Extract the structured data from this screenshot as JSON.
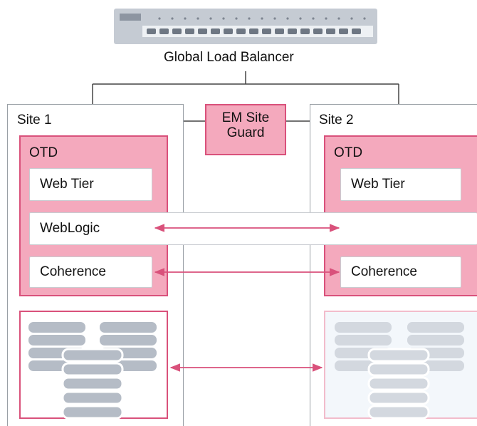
{
  "load_balancer": {
    "label": "Global Load Balancer"
  },
  "site1": {
    "title": "Site 1",
    "otd_label": "OTD",
    "web_tier": "Web Tier",
    "weblogic": "WebLogic",
    "coherence": "Coherence"
  },
  "site2": {
    "title": "Site 2",
    "otd_label": "OTD",
    "web_tier": "Web Tier",
    "coherence": "Coherence"
  },
  "site_guard": {
    "line1": "EM Site",
    "line2": "Guard"
  },
  "colors": {
    "accent": "#d9517b",
    "otd_fill": "#f4a9bd",
    "db_disk": "#b5bcc6",
    "device": "#c5cbd3"
  }
}
